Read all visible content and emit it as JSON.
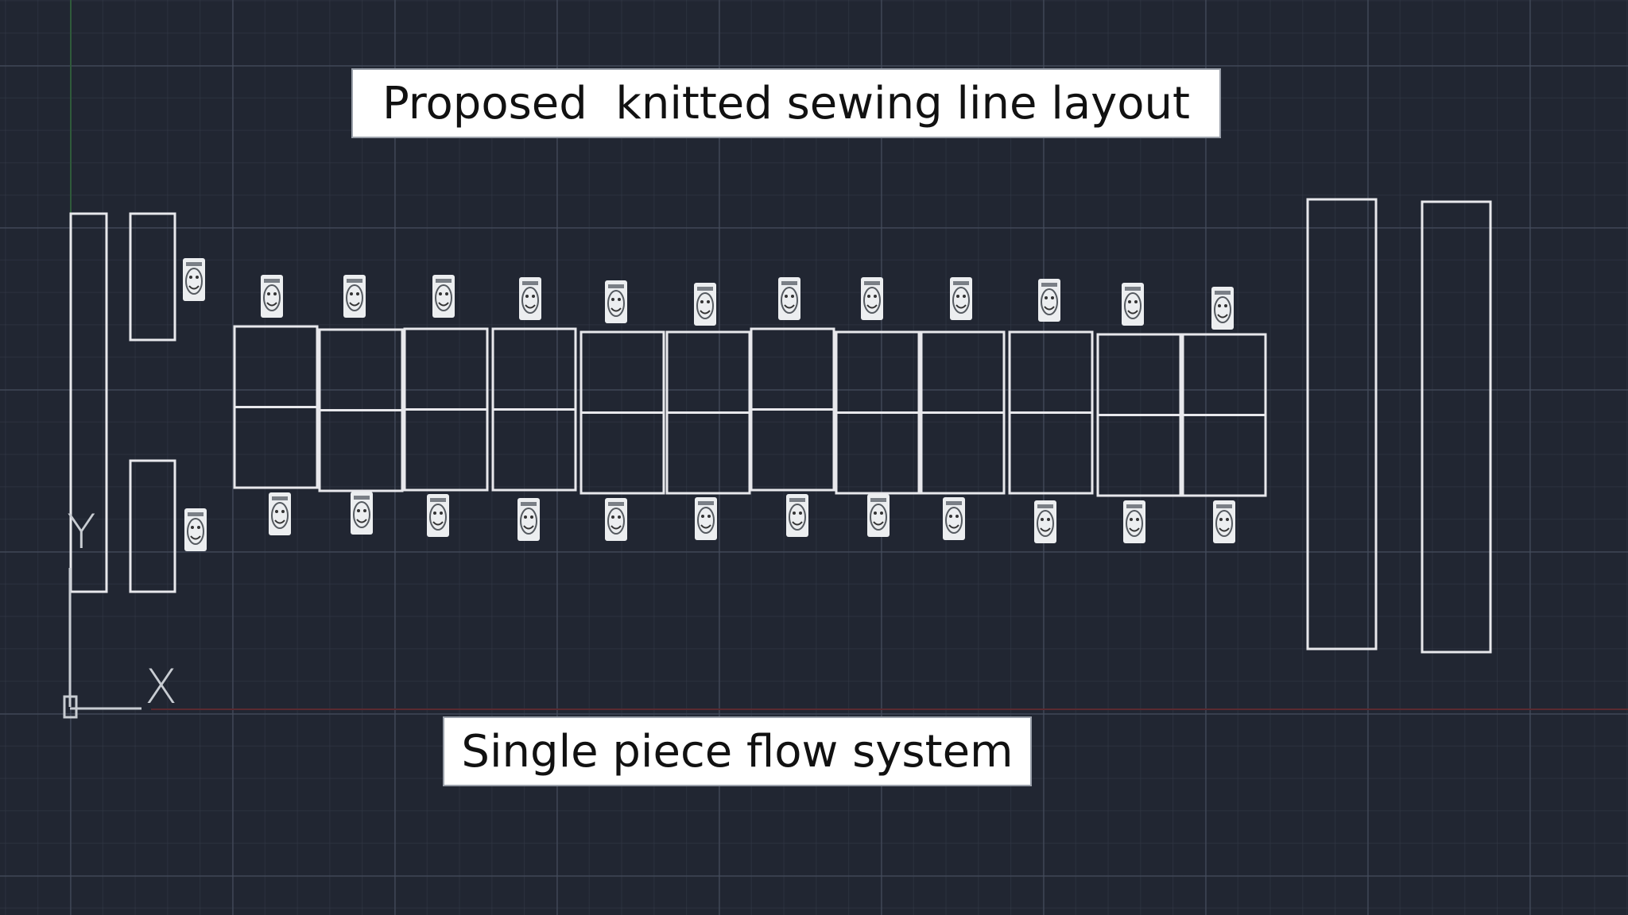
{
  "title": "Proposed  knitted sewing line layout",
  "subtitle": "Single piece flow system",
  "ucs": {
    "x_label": "X",
    "y_label": "Y"
  },
  "colors": {
    "background": "#212632",
    "line": "#e8e8ec",
    "label_box": "#ffffff"
  },
  "icons": {
    "operator": "smiley-face-icon"
  }
}
